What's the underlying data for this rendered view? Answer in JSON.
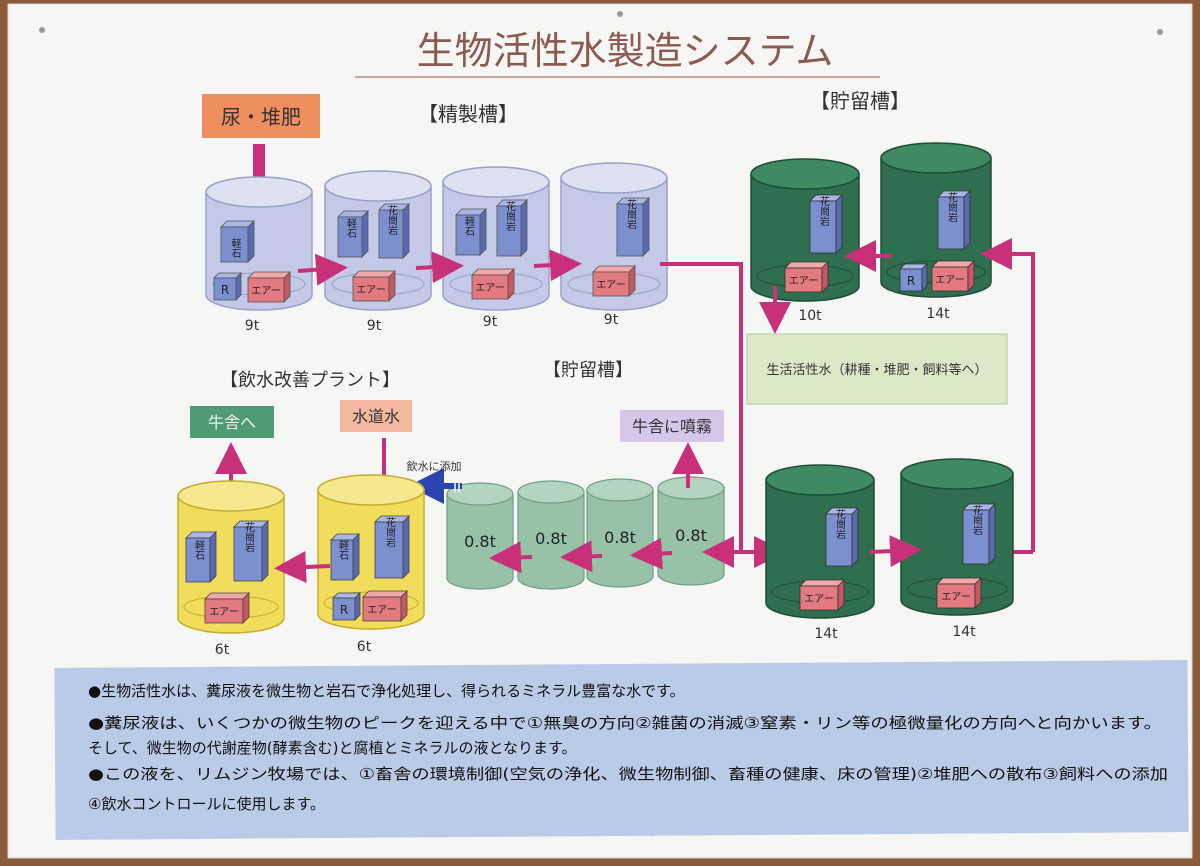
{
  "title": "生物活性水製造システム",
  "sections": {
    "purification": "【精製槽】",
    "storage_top": "【貯留槽】",
    "drinking_plant": "【飲水改善プラント】",
    "storage_mid": "【貯留槽】"
  },
  "inputs": {
    "source": "尿・堆肥",
    "tap_water": "水道水",
    "to_barn": "牛舎へ",
    "spray": "牛舎に噴霧",
    "add_to_drink": "飲水に添加"
  },
  "output_box": "生活活性水（耕種・堆肥・飼料等へ）",
  "tank_labels": {
    "pumice": "軽石",
    "granite": "花崗岩",
    "air": "エアー",
    "r": "R"
  },
  "tanks": {
    "p1": "9t",
    "p2": "9t",
    "p3": "9t",
    "p4": "9t",
    "s1": "10t",
    "s2": "14t",
    "b1": "14t",
    "b2": "14t",
    "d1": "6t",
    "d2": "6t",
    "m1": "0.8t",
    "m2": "0.8t",
    "m3": "0.8t",
    "m4": "0.8t"
  },
  "notes": [
    "●生物活性水は、糞尿液を微生物と岩石で浄化処理し、得られるミネラル豊富な水です。",
    "●糞尿液は、いくつかの微生物のピークを迎える中で①無臭の方向②雑菌の消滅③窒素・リン等の極微量化の方向へと向かいます。",
    "そして、微生物の代謝産物(酵素含む)と腐植とミネラルの液となります。",
    "●この液を、リムジン牧場では、①畜舎の環境制御(空気の浄化、微生物制御、畜種の健康、床の管理)②堆肥への散布③飼料への添加",
    "④飲水コントロールに使用します。"
  ],
  "colors": {
    "arrow": "#c8307a",
    "glass_tank": "#c3c9e6",
    "green_tank": "#2f6f4f",
    "yellow_tank": "#f2dc5c",
    "mint_tank": "#98c2a8",
    "granite_block": "#7c8fcf",
    "air_block": "#e27a80",
    "orange_box": "#ef8f5f",
    "salmon_box": "#f2b8a2",
    "green_box": "#4e9b74",
    "lavender_box": "#d6c6ea",
    "output_box": "#dce9c9",
    "notes_bg": "#b9cbe7",
    "blue_arrow": "#2a44b0"
  }
}
